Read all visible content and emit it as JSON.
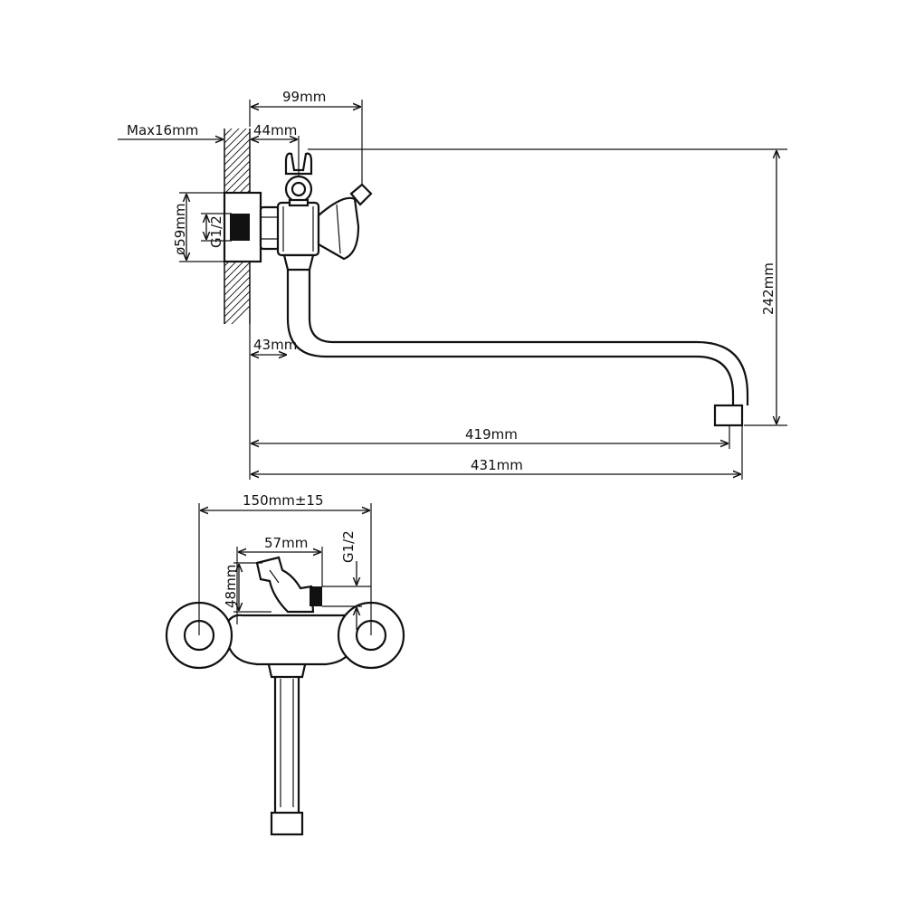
{
  "side_view": {
    "dim_top_width": "99mm",
    "dim_wall_max": "Max16mm",
    "dim_inlet_offset": "44mm",
    "dim_flange_diameter": "ø59mm",
    "dim_thread": "G1/2",
    "dim_spout_base": "43mm",
    "dim_height": "242mm",
    "dim_spout_reach": "419mm",
    "dim_total_length": "431mm"
  },
  "front_view": {
    "dim_center_distance": "150mm±15",
    "dim_lever_width": "57mm",
    "dim_lever_height": "48mm",
    "dim_thread": "G1/2"
  }
}
